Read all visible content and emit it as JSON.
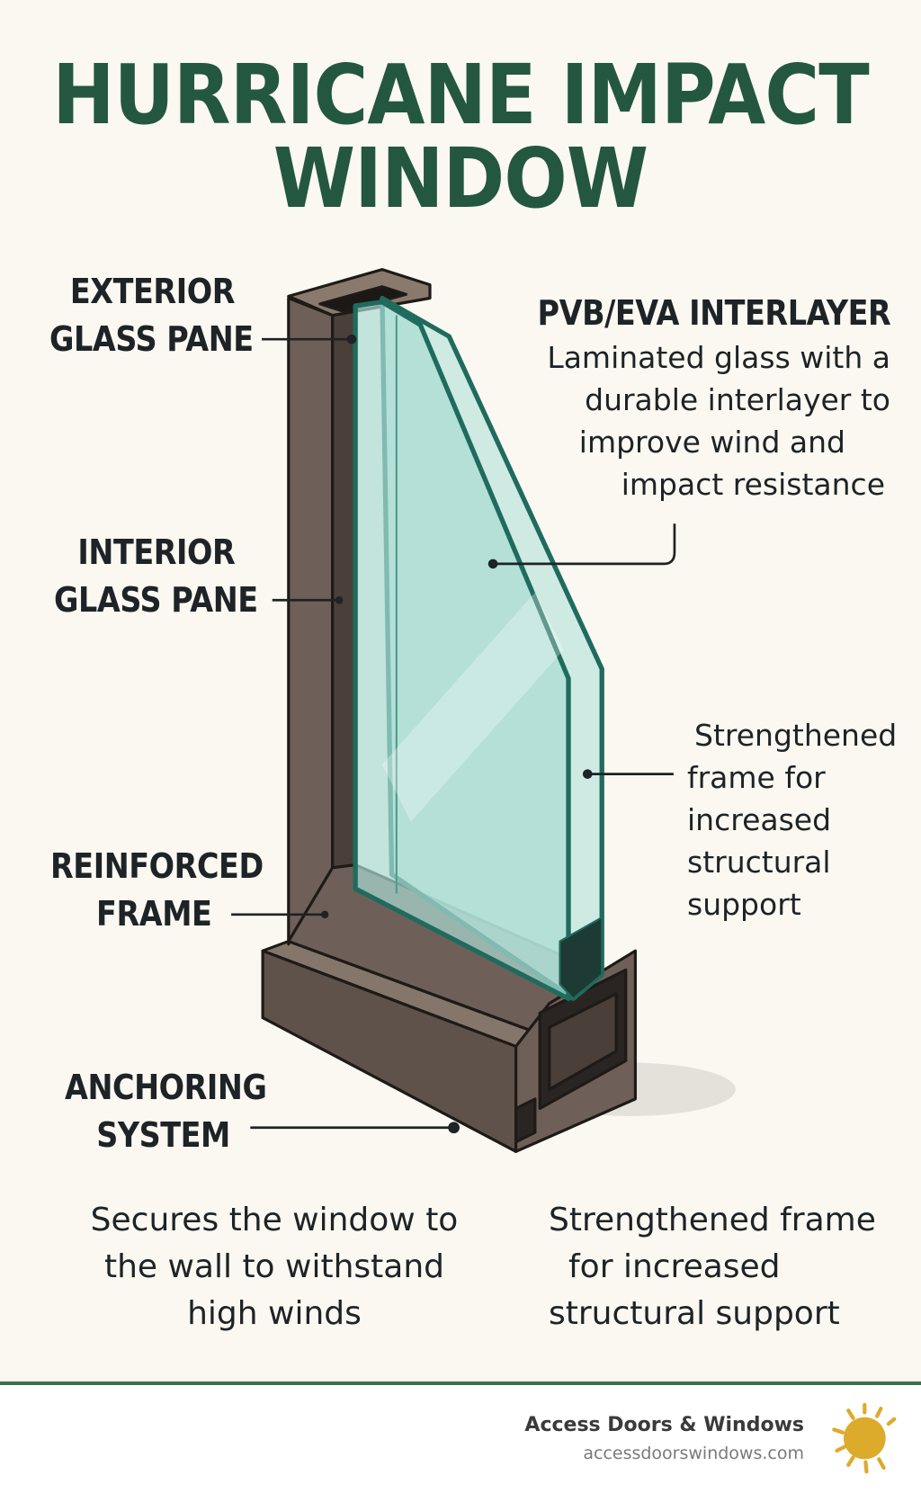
{
  "title": {
    "line1": "HURRICANE IMPACT",
    "line2": "WINDOW"
  },
  "labels": {
    "exterior": {
      "line1": "EXTERIOR",
      "line2": "GLASS PANE"
    },
    "interior": {
      "line1": "INTERIOR",
      "line2": "GLASS PANE"
    },
    "frame": {
      "line1": "REINFORCED",
      "line2": "FRAME"
    },
    "anchoring": {
      "line1": "ANCHORING",
      "line2": "SYSTEM"
    }
  },
  "interlayer": {
    "title": "PVB/EVA INTERLAYER",
    "lines": [
      "Laminated glass with a",
      "durable interlayer to",
      "improve wind and",
      "impact resistance"
    ]
  },
  "frame_note": {
    "lines": [
      "Strengthened",
      "frame for",
      "increased",
      "structural",
      "support"
    ]
  },
  "bottom_left": {
    "lines": [
      "Secures the window to",
      "the wall to withstand",
      "high winds"
    ]
  },
  "bottom_right": {
    "lines": [
      "Strengthened frame",
      "for increased",
      "structural support"
    ]
  },
  "footer": {
    "brand": "Access Doors & Windows",
    "url": "accessdoorswindows.com",
    "logo_icon": "sun-icon"
  },
  "colors": {
    "title": "#24573f",
    "background": "#fbf8f1",
    "frame": "#6e6058",
    "glass_edge": "#1f6b5e",
    "sun": "#dcab2c",
    "footer_rule": "#3f6f4c"
  }
}
